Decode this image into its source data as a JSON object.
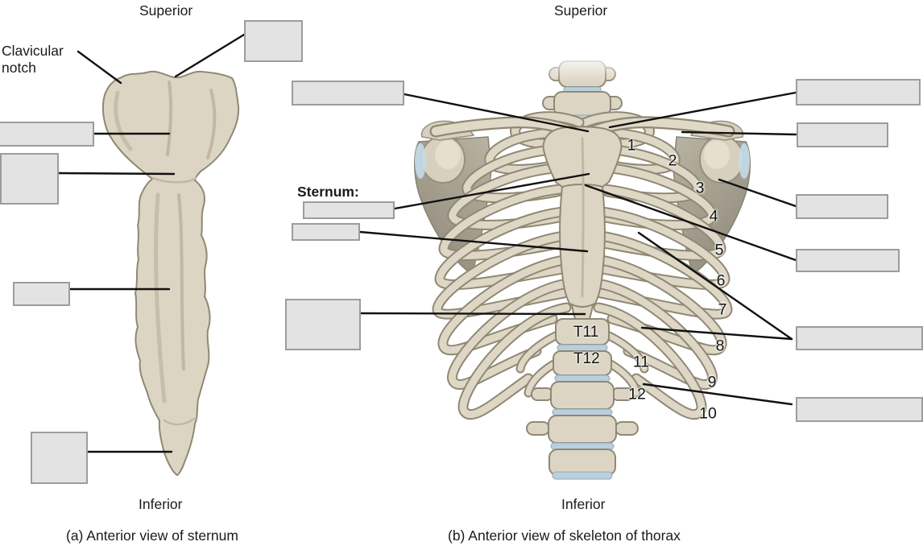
{
  "figure": {
    "colors": {
      "bone_fill": "#ddd5c3",
      "bone_outline": "#8f8874",
      "box_fill": "#e3e3e3",
      "box_border": "#9c9c9c",
      "leader_line": "#111111",
      "disc_blue": "#b9cfdd",
      "scapula_shade": "#9a9484",
      "glenoid_blue": "#c3dbe9"
    },
    "panel_a": {
      "superior_label": "Superior",
      "inferior_label": "Inferior",
      "caption": "(a) Anterior view of sternum",
      "clavicular_notch_label": "Clavicular notch",
      "blank_label_boxes": [
        {
          "id": "a-upper-right",
          "value": ""
        },
        {
          "id": "a-left-1",
          "value": ""
        },
        {
          "id": "a-left-2",
          "value": ""
        },
        {
          "id": "a-left-3",
          "value": ""
        },
        {
          "id": "a-left-4",
          "value": ""
        }
      ]
    },
    "panel_b": {
      "superior_label": "Superior",
      "inferior_label": "Inferior",
      "caption": "(b) Anterior view of skeleton of thorax",
      "sternum_heading": "Sternum:",
      "vertebra_labels": [
        "T11",
        "T12"
      ],
      "rib_numbers": [
        "1",
        "2",
        "3",
        "4",
        "5",
        "6",
        "7",
        "8",
        "9",
        "10",
        "11",
        "12"
      ],
      "blank_label_boxes": [
        {
          "id": "b-left-upper",
          "value": ""
        },
        {
          "id": "b-sternum-1",
          "value": ""
        },
        {
          "id": "b-sternum-2",
          "value": ""
        },
        {
          "id": "b-left-lower",
          "value": ""
        },
        {
          "id": "b-right-1",
          "value": ""
        },
        {
          "id": "b-right-2",
          "value": ""
        },
        {
          "id": "b-right-3",
          "value": ""
        },
        {
          "id": "b-right-4",
          "value": ""
        },
        {
          "id": "b-right-5",
          "value": ""
        },
        {
          "id": "b-right-6",
          "value": ""
        }
      ]
    }
  }
}
